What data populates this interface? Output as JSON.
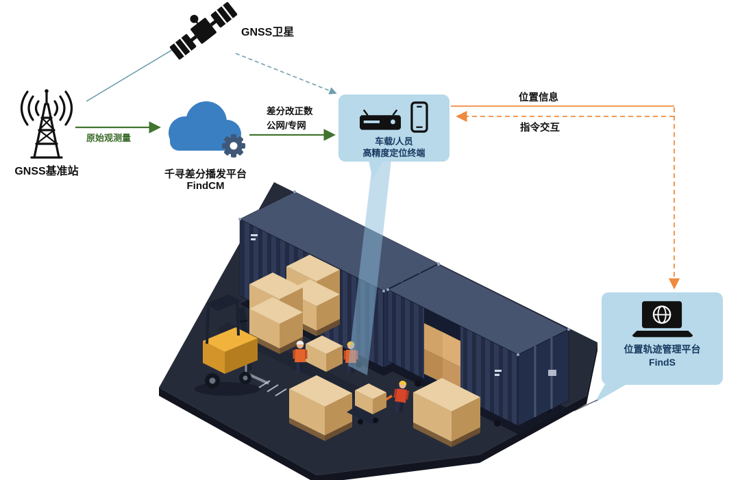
{
  "colors": {
    "accent_teal": "#6f9fae",
    "accent_green": "#41742e",
    "accent_orange": "#ef8a3e",
    "card_background": "#b7d9ea",
    "card_text": "#17375e",
    "container_navy": "#2f3a58"
  },
  "icons": {
    "satellite": "satellite-icon",
    "base_station": "antenna-tower-icon",
    "cloud": "cloud-gear-icon",
    "terminal_receiver": "receiver-icon",
    "terminal_phone": "smartphone-icon",
    "management": "laptop-globe-icon"
  },
  "nodes": {
    "satellite": {
      "label": "GNSS卫星"
    },
    "base_station": {
      "label": "GNSS基准站"
    },
    "cloud_platform": {
      "title": "千寻差分播发平台",
      "subtitle": "FindCM"
    },
    "terminal": {
      "line1": "车载/人员",
      "line2": "高精度定位终端"
    },
    "management_platform": {
      "title": "位置轨迹管理平台",
      "subtitle": "FindS"
    }
  },
  "flows": {
    "raw_observation": "原始观测量",
    "correction_line1": "差分改正数",
    "correction_line2": "公网/专网",
    "position_info": "位置信息",
    "command_interaction": "指令交互"
  }
}
